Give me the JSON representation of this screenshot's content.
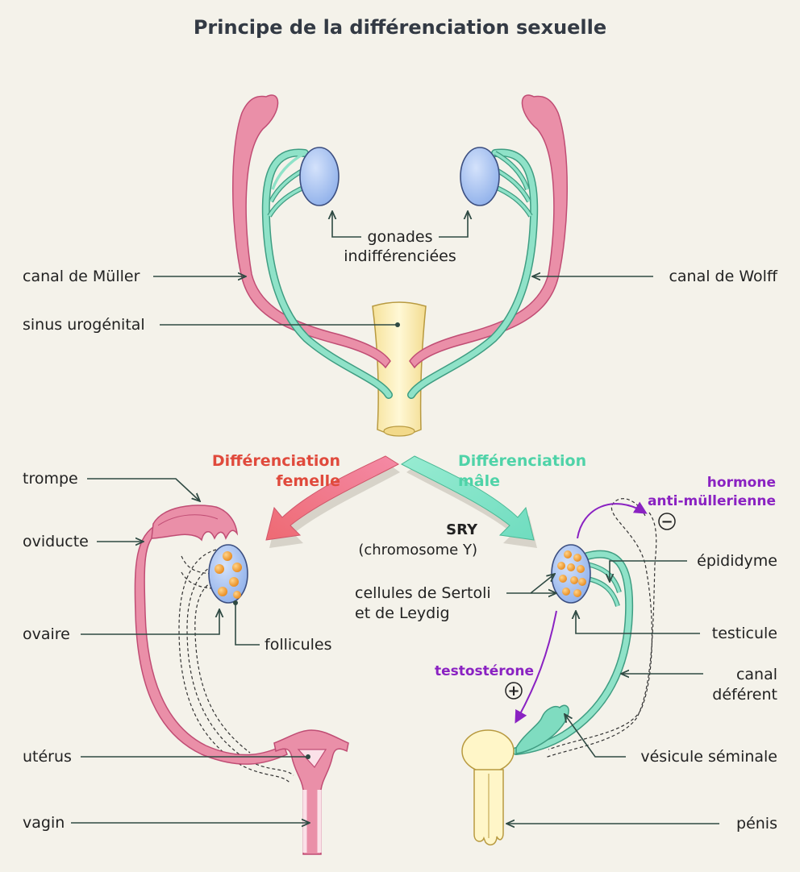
{
  "title": "Principe de la différenciation sexuelle",
  "labels": {
    "canal_muller": "canal de Müller",
    "sinus": "sinus urogénital",
    "gonades_1": "gonades",
    "gonades_2": "indifférenciées",
    "canal_wolff": "canal de Wolff",
    "diff_f_1": "Différenciation",
    "diff_f_2": "femelle",
    "diff_m_1": "Différenciation",
    "diff_m_2": "mâle",
    "sry": "SRY",
    "chromosome": "(chromosome Y)",
    "hormone_1": "hormone",
    "hormone_2": "anti-müllerienne",
    "minus": "−",
    "plus": "+",
    "testosterone": "testostérone",
    "trompe": "trompe",
    "oviducte": "oviducte",
    "ovaire": "ovaire",
    "follicules": "follicules",
    "uterus": "utérus",
    "vagin": "vagin",
    "sertoli_1": "cellules de Sertoli",
    "sertoli_2": "et de Leydig",
    "epididyme": "épididyme",
    "testicule": "testicule",
    "canal_deferent_1": "canal",
    "canal_deferent_2": "déférent",
    "vesicule": "vésicule séminale",
    "penis": "pénis"
  },
  "colors": {
    "background": "#f4f2ea",
    "muller_pink": "#ea8fa8",
    "wolff_green": "#7fdcc0",
    "gonad_blue": "#aec6f2",
    "sinus_cream": "#fdf2c4",
    "female_red": "#e04a3c",
    "male_green": "#4fd3a8",
    "hormone_purple": "#8a22c2",
    "follicle_orange": "#f4a431"
  }
}
